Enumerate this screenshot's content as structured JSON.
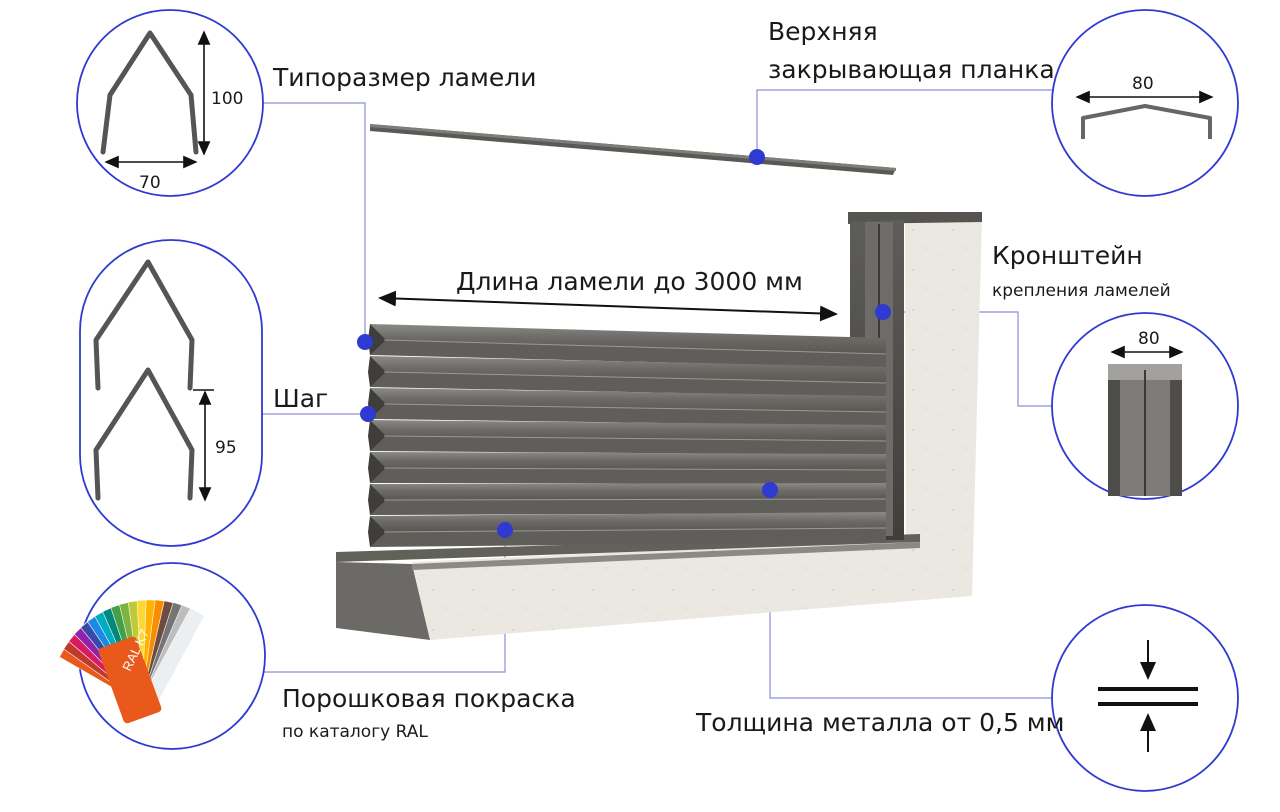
{
  "labels": {
    "lamella_size": "Типоразмер ламели",
    "top_strip_line1": "Верхняя",
    "top_strip_line2": "закрывающая планка",
    "bracket_title": "Кронштейн",
    "bracket_subtitle": "крепления ламелей",
    "lamella_length": "Длина ламели до 3000 мм",
    "step": "Шаг",
    "powder_title": "Порошковая покраска",
    "powder_subtitle": "по каталогу RAL",
    "thickness": "Толщина металла от 0,5 мм"
  },
  "dimensions": {
    "profile_height": "100",
    "profile_width": "70",
    "strip_width": "80",
    "bracket_width": "80",
    "step_value": "95"
  },
  "ral_fan_text": "RAL K7",
  "colors": {
    "metal": "#6f6e6b",
    "metal_dark": "#4c4b48",
    "metal_light": "#8a8986",
    "stone": "#e9e6df",
    "callout_dot": "#2f3ad1",
    "leader": "#8a8fd6",
    "ral_orange": "#e9591b"
  }
}
